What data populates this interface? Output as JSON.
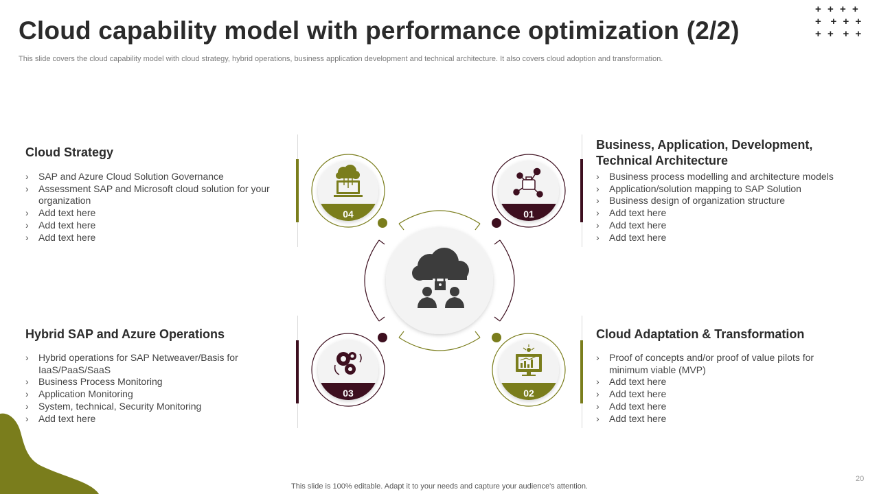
{
  "header": {
    "title": "Cloud capability model with performance optimization (2/2)",
    "subtitle": "This slide covers the cloud capability model with cloud strategy, hybrid operations, business application development and technical architecture. It also covers cloud adoption and transformation."
  },
  "colors": {
    "olive": "#7a7d1c",
    "maroon": "#3d0f1f",
    "dark_text": "#2b2b2b"
  },
  "sections": {
    "cloud_strategy": {
      "title": "Cloud Strategy",
      "items": [
        "SAP and Azure Cloud Solution Governance",
        "Assessment SAP and Microsoft cloud solution for your organization",
        "Add text here",
        "Add text here",
        "Add text here"
      ]
    },
    "business_application": {
      "title": "Business, Application, Development, Technical Architecture",
      "items": [
        "Business process modelling and architecture models",
        "Application/solution  mapping to SAP Solution",
        "Business design of organization structure",
        "Add text here",
        "Add text here",
        "Add text here"
      ]
    },
    "hybrid_operations": {
      "title": "Hybrid SAP and Azure Operations",
      "items": [
        "Hybrid operations for SAP Netweaver/Basis for IaaS/PaaS/SaaS",
        "Business Process Monitoring",
        "Application Monitoring",
        "System, technical, Security Monitoring",
        "Add text here"
      ]
    },
    "cloud_adaptation": {
      "title": "Cloud Adaptation & Transformation",
      "items": [
        "Proof of concepts and/or proof of value pilots for minimum viable (MVP)",
        "Add text here",
        "Add text here",
        "Add text here",
        "Add text here"
      ]
    }
  },
  "badges": {
    "b01": "01",
    "b02": "02",
    "b03": "03",
    "b04": "04"
  },
  "icons": {
    "center": "cloud-security-people-icon",
    "b01": "briefcase-network-icon",
    "b02": "presentation-chart-icon",
    "b03": "gears-icon",
    "b04": "cloud-laptop-icon"
  },
  "footer": {
    "text": "This slide is 100% editable. Adapt it to your needs and capture your audience's attention.",
    "page": "20"
  },
  "decor": {
    "plus_marks": [
      "+",
      "+",
      "+",
      "+",
      "+",
      "+",
      "+",
      "+",
      "+",
      "+",
      "+",
      "+"
    ]
  }
}
